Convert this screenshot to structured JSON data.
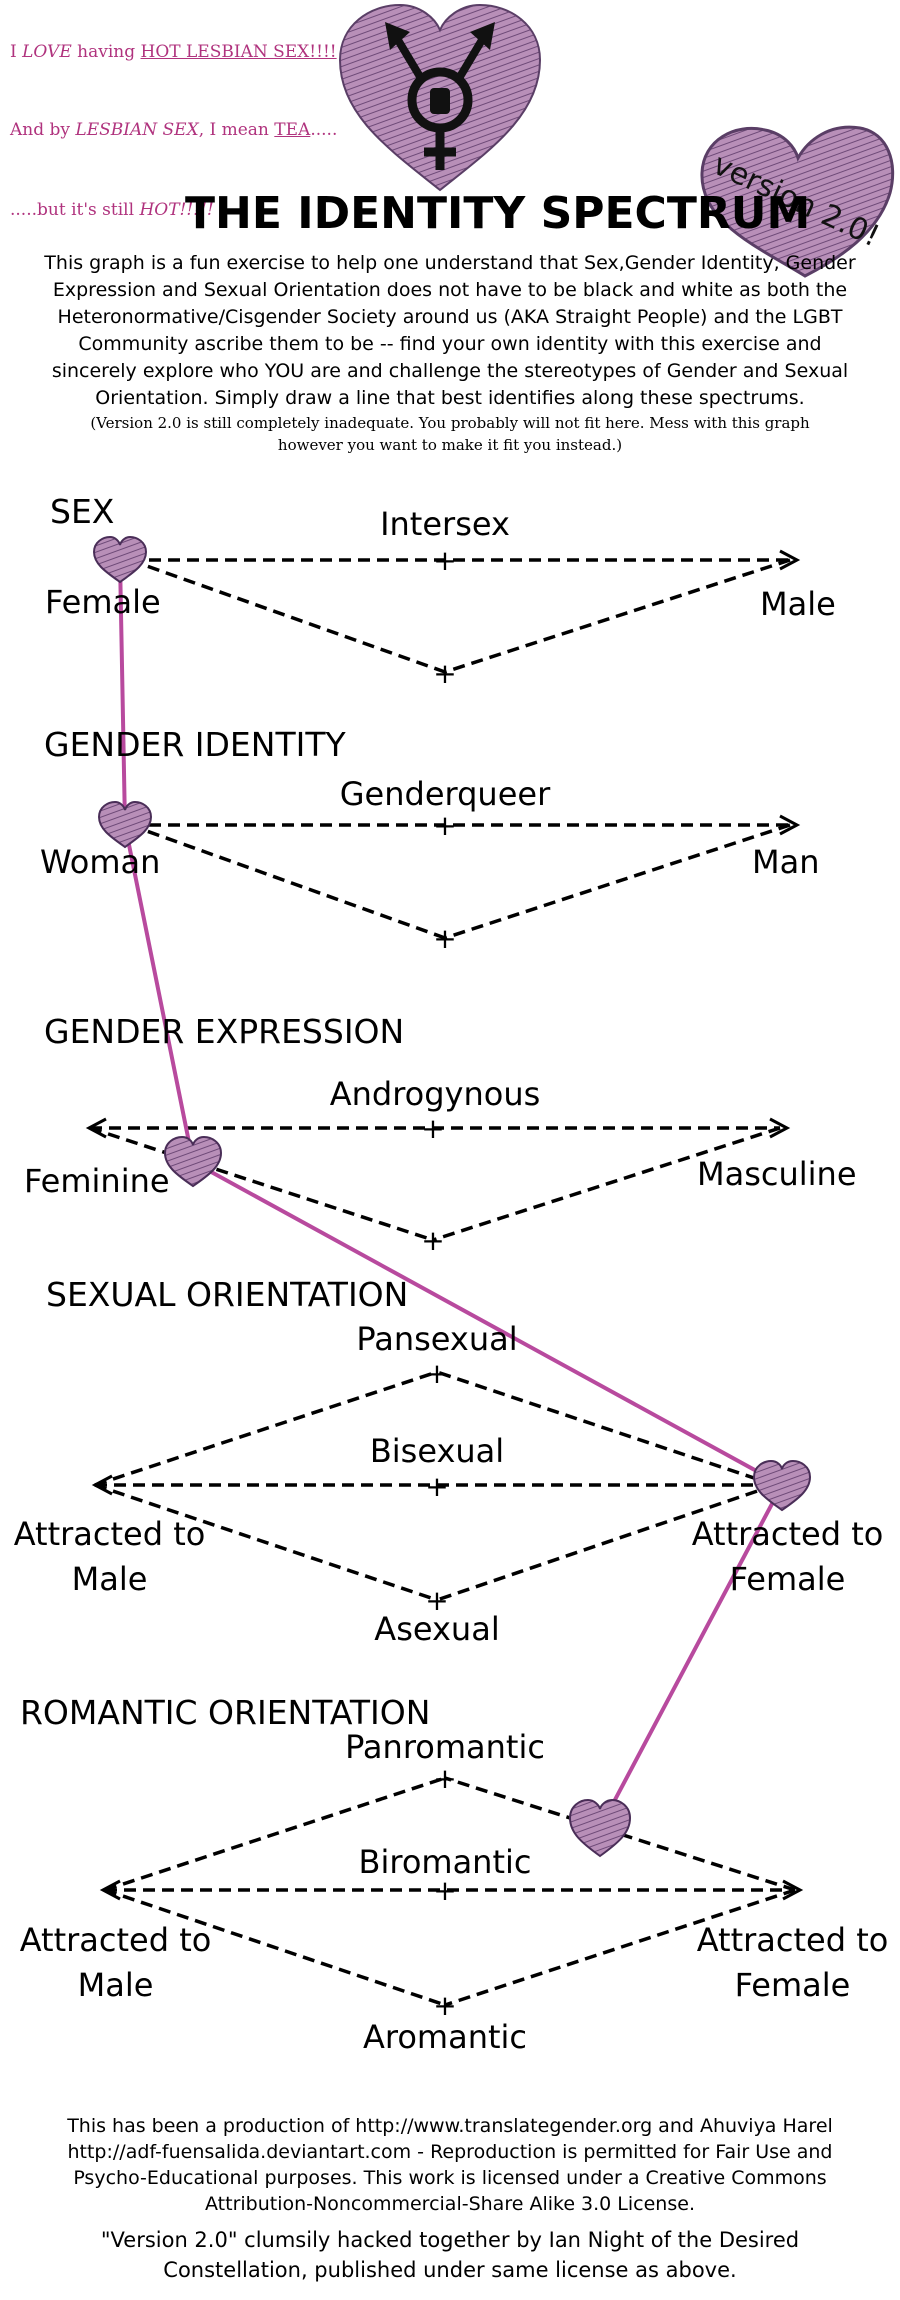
{
  "top_notes": {
    "line1_prefix": "I ",
    "line1_em": "LOVE",
    "line1_mid": " having ",
    "line1_link": "HOT LESBIAN SEX!!!!",
    "line2_prefix": "And by ",
    "line2_em": "LESBIAN SEX",
    "line2_mid": ", I mean ",
    "line2_link": "TEA",
    "line2_suffix": ".....",
    "line3_prefix": ".....but it's still ",
    "line3_em": "HOT!!!!!"
  },
  "title": "THE IDENTITY SPECTRUM",
  "version_badge": "version 2.0!",
  "description": "This graph is a fun exercise to help one understand that Sex,Gender Identity, Gender Expression and Sexual Orientation does not have to be black and white as both the Heteronormative/Cisgender Society around us (AKA Straight People) and the LGBT Community ascribe them to be -- find your own identity with this exercise and sincerely explore who YOU are and challenge the stereotypes of Gender and Sexual Orientation. Simply draw a line that best identifies along these spectrums.",
  "description_note": "(Version 2.0 is still completely inadequate. You probably will not fit here. Mess with this graph however you want to make it fit you instead.)",
  "sections": {
    "sex": {
      "heading": "SEX",
      "left": "Female",
      "right": "Male",
      "top": "Intersex"
    },
    "gender_identity": {
      "heading": "GENDER IDENTITY",
      "left": "Woman",
      "right": "Man",
      "top": "Genderqueer"
    },
    "gender_expression": {
      "heading": "GENDER EXPRESSION",
      "left": "Feminine",
      "right": "Masculine",
      "top": "Androgynous"
    },
    "sexual_orientation": {
      "heading": "SEXUAL ORIENTATION",
      "left": "Attracted to Male",
      "right": "Attracted to Female",
      "top": "Pansexual",
      "middle": "Bisexual",
      "bottom": "Asexual"
    },
    "romantic_orientation": {
      "heading": "ROMANTIC ORIENTATION",
      "left": "Attracted to Male",
      "right": "Attracted to Female",
      "top": "Panromantic",
      "middle": "Biromantic",
      "bottom": "Aromantic"
    }
  },
  "colors": {
    "accent": "#b0337e",
    "heart": "#7a5a86",
    "line": "#000000"
  },
  "footer": {
    "credit": "This has been a production of http://www.translategender.org and Ahuviya Harel http://adf-fuensalida.deviantart.com - Reproduction is permitted for Fair Use and Psycho-Educational purposes. This work is licensed under a Creative Commons Attribution-Noncommercial-Share Alike 3.0 License.",
    "version_note": "\"Version 2.0\" clumsily hacked together by Ian Night of the Desired Constellation, published under same license as above."
  }
}
